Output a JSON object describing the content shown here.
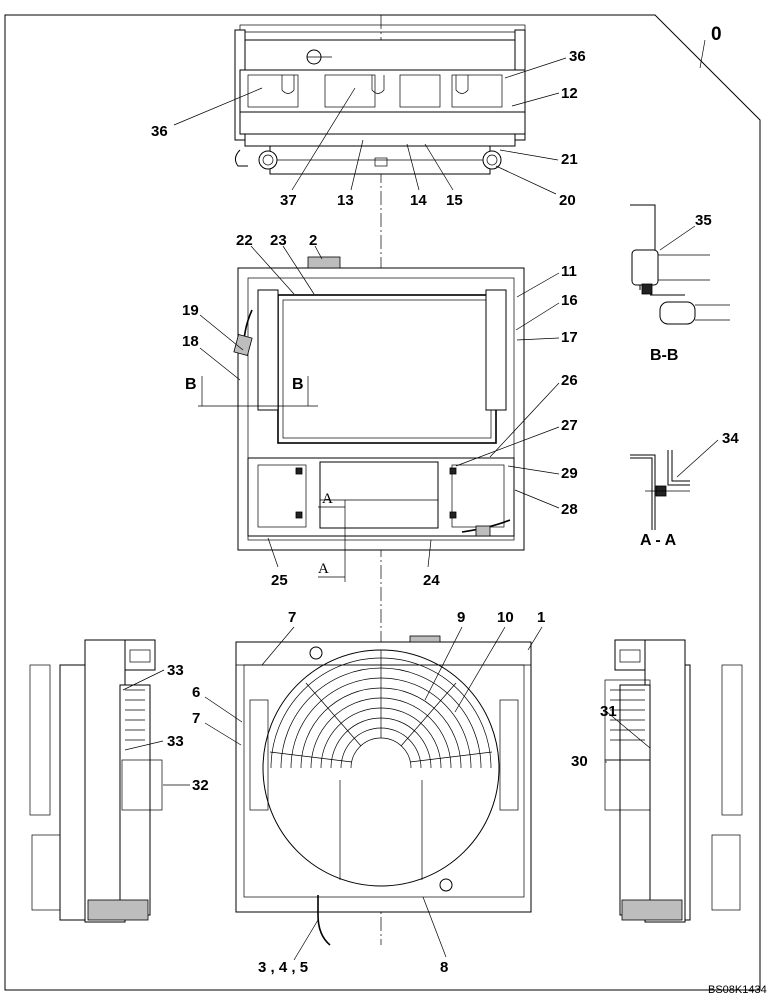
{
  "drawing_code": "BS08K1434",
  "assembly_callout": "0",
  "section_bb": "B-B",
  "section_aa": "A - A",
  "cut_marks": {
    "b_left": "B",
    "b_right": "B",
    "a_top": "A",
    "a_bottom": "A"
  },
  "callouts": {
    "c1": "1",
    "c2": "2",
    "c345": "3 , 4 , 5",
    "c6": "6",
    "c7a": "7",
    "c7b": "7",
    "c8": "8",
    "c9": "9",
    "c10": "10",
    "c11": "11",
    "c12": "12",
    "c13": "13",
    "c14": "14",
    "c15": "15",
    "c16": "16",
    "c17": "17",
    "c18": "18",
    "c19": "19",
    "c20": "20",
    "c21": "21",
    "c22": "22",
    "c23": "23",
    "c24": "24",
    "c25": "25",
    "c26": "26",
    "c27": "27",
    "c28": "28",
    "c29": "29",
    "c30": "30",
    "c31": "31",
    "c32": "32",
    "c33a": "33",
    "c33b": "33",
    "c34": "34",
    "c35": "35",
    "c36a": "36",
    "c36b": "36",
    "c37": "37"
  }
}
